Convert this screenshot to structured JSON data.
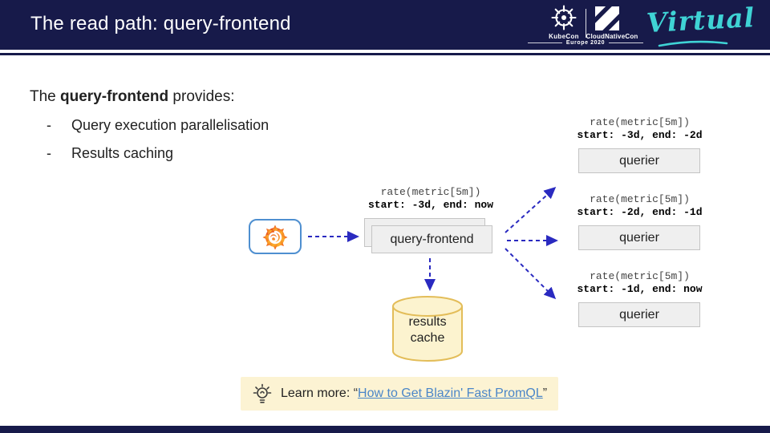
{
  "header": {
    "title": "The read path: query-frontend",
    "kubecon_label": "KubeCon",
    "cloudnativecon_label": "CloudNativeCon",
    "edition": "Europe 2020",
    "virtual_label": "Virtual"
  },
  "content": {
    "intro_prefix": "The ",
    "intro_bold": "query-frontend",
    "intro_suffix": " provides:",
    "bullet_marker": "-",
    "bullets": [
      "Query execution parallelisation",
      "Results caching"
    ]
  },
  "diagram": {
    "frontend": {
      "code": "rate(metric[5m])",
      "range": "start: -3d, end: now",
      "label": "query-frontend"
    },
    "cache": {
      "line1": "results",
      "line2": "cache"
    },
    "queriers": [
      {
        "code": "rate(metric[5m])",
        "range": "start: -3d, end: -2d",
        "label": "querier"
      },
      {
        "code": "rate(metric[5m])",
        "range": "start: -2d, end: -1d",
        "label": "querier"
      },
      {
        "code": "rate(metric[5m])",
        "range": "start: -1d, end: now",
        "label": "querier"
      }
    ]
  },
  "note": {
    "prefix": "Learn more: ",
    "open_quote": "“",
    "link_text": "How to Get Blazin' Fast PromQL",
    "close_quote": "”"
  },
  "icons": {
    "kubecon": "helm-wheel-icon",
    "cloudnativecon": "cube-stripes-icon",
    "grafana": "grafana-flame-icon",
    "note": "lightbulb-icon"
  },
  "colors": {
    "navy": "#171a4a",
    "teal": "#3fd3d5",
    "link_blue": "#4a86c8",
    "arrow_blue": "#2a2ac0",
    "box_fill": "#efefef",
    "box_border": "#c4c4c4",
    "cache_fill": "#fcf3cf",
    "cache_border": "#e3bd59",
    "note_bg": "#fcf3d3",
    "grafana_border": "#4e8fd0"
  }
}
